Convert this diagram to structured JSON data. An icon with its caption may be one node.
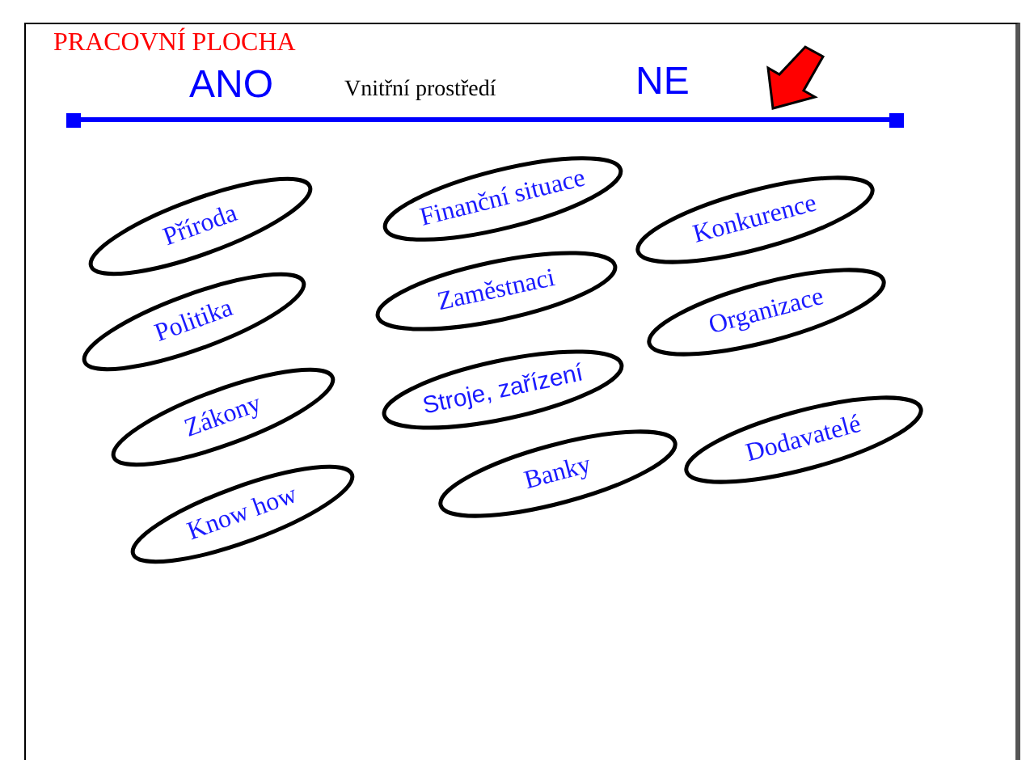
{
  "diagram": {
    "title": "PRACOVNÍ PLOCHA",
    "nodes": [
      {
        "text": [
          "Příroda"
        ]
      },
      {
        "text": [
          "Finanční situace"
        ]
      },
      {
        "text": [
          "Konkurence"
        ]
      },
      {
        "text": [
          "Politika"
        ]
      },
      {
        "text": [
          "Zaměstnaci"
        ]
      },
      {
        "text": [
          "Organizace"
        ]
      },
      {
        "text": [
          "Zákony"
        ]
      },
      {
        "text": [
          "Stroje, zařízení"
        ]
      },
      {
        "text": [
          "Dodavatelé"
        ]
      },
      {
        "text": [
          "Banky"
        ]
      },
      {
        "text": [
          "Know how"
        ]
      }
    ],
    "labels": [
      "ANO",
      "Vnitřní prostředí",
      "NE"
    ]
  }
}
